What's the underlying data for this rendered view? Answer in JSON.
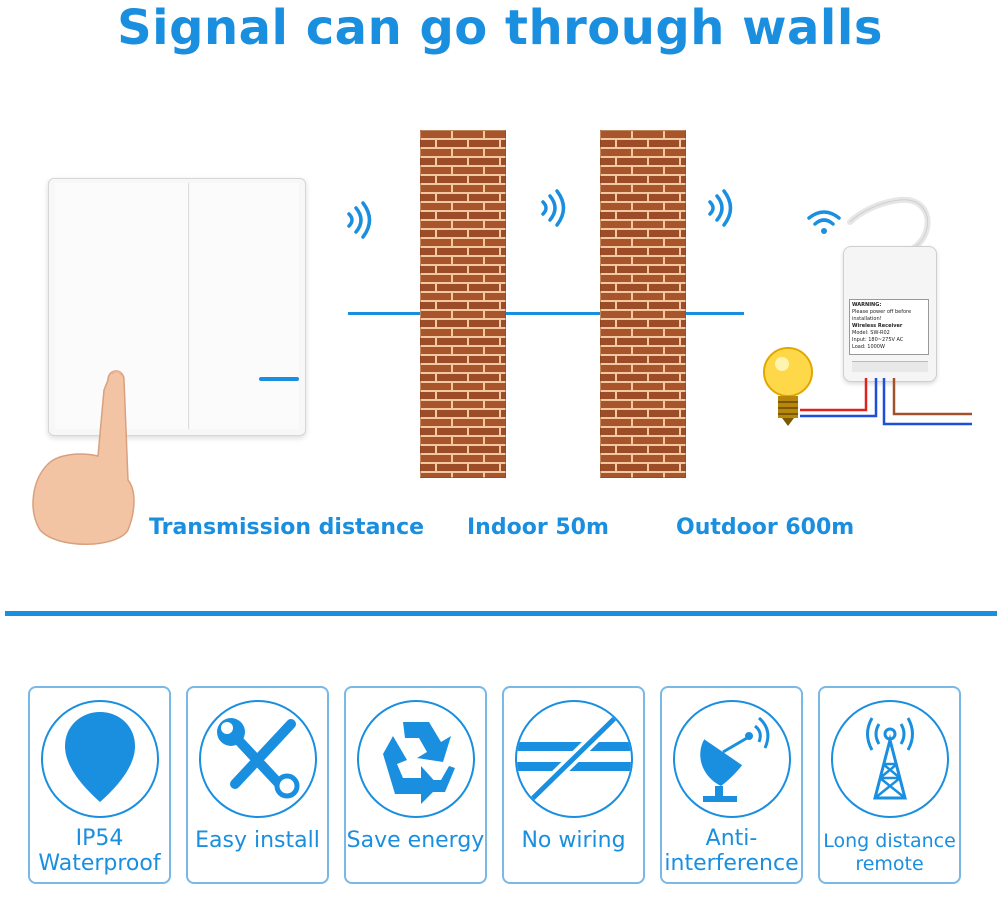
{
  "title": "Signal can go through walls",
  "captions": {
    "transmission": "Transmission distance",
    "indoor": "Indoor 50m",
    "outdoor": "Outdoor 600m"
  },
  "receiver_label": {
    "warning": "WARNING:",
    "warning_text": "Please power off before installation!",
    "name": "Wireless Receiver",
    "model": "Model: SW-R02",
    "input": "Input: 180~275V AC",
    "load": "Load: 1000W"
  },
  "features": [
    {
      "label_line1": "IP54",
      "label_line2": "Waterproof",
      "icon": "water-drop-icon"
    },
    {
      "label_line1": "Easy install",
      "label_line2": "",
      "icon": "tools-icon"
    },
    {
      "label_line1": "Save energy",
      "label_line2": "",
      "icon": "recycle-icon"
    },
    {
      "label_line1": "No wiring",
      "label_line2": "",
      "icon": "no-wiring-icon"
    },
    {
      "label_line1": "Anti-",
      "label_line2": "interference",
      "icon": "satellite-dish-icon"
    },
    {
      "label_line1": "Long distance",
      "label_line2": "remote",
      "icon": "signal-tower-icon"
    }
  ],
  "colors": {
    "accent": "#1a8fe0",
    "brick": "#a8552b",
    "mortar": "#f2c8a2"
  }
}
